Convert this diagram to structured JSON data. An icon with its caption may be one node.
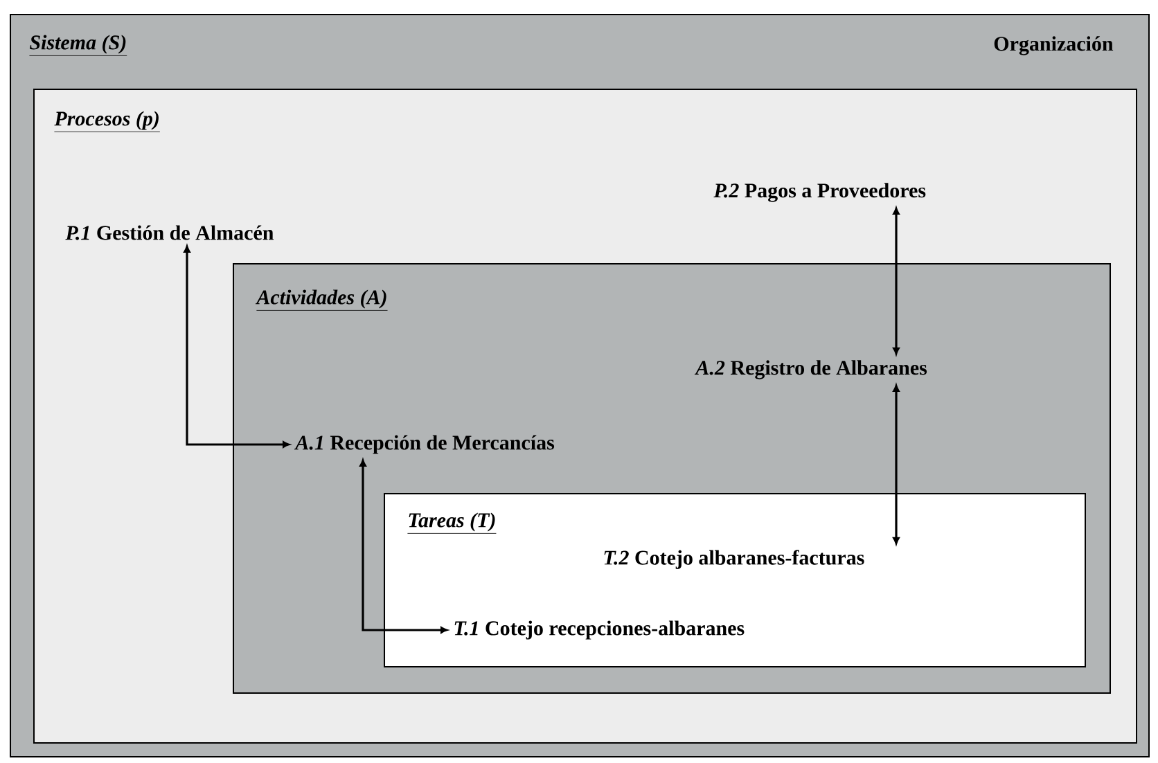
{
  "diagram": {
    "nodes": [
      {
        "text": [
          "Sistema (S)",
          "Organización"
        ]
      },
      {
        "text": [
          "Procesos (p)"
        ],
        "in": 0
      },
      {
        "text": [
          "*P.1* Gestión de Almacén"
        ],
        "in": 1
      },
      {
        "text": [
          "*P.2* Pagos a Proveedores"
        ],
        "in": 1
      },
      {
        "text": [
          "Actividades (A)"
        ],
        "in": 1
      },
      {
        "text": [
          "*A.2* Registro de Albaranes"
        ],
        "in": 4
      },
      {
        "text": [
          "*A.1* Recepción de Mercancías"
        ],
        "in": 4
      },
      {
        "text": [
          "Tareas (T)"
        ],
        "in": 4
      },
      {
        "text": [
          "*T.2* Cotejo albaranes-facturas"
        ],
        "in": 7
      },
      {
        "text": [
          "*T.1* Cotejo recepciones-albaranes"
        ],
        "in": 7
      }
    ],
    "edges": [
      {
        "from": 2,
        "to": 6,
        "arrow": "both"
      },
      {
        "from": 3,
        "to": 5,
        "arrow": "both"
      },
      {
        "from": 5,
        "to": 8,
        "arrow": "both"
      },
      {
        "from": 6,
        "to": 9,
        "arrow": "both"
      }
    ]
  }
}
